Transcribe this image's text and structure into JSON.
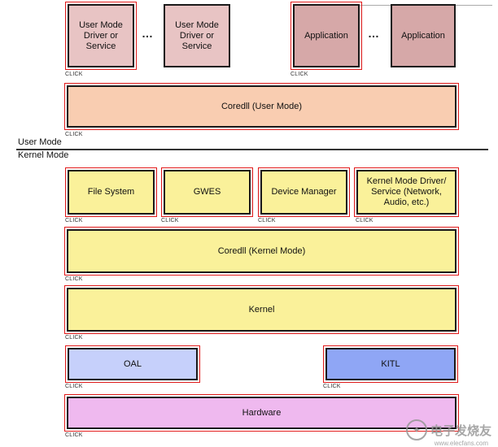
{
  "top_row": {
    "user_driver_1": "User Mode Driver or Service",
    "user_driver_2": "User Mode Driver or Service",
    "application_1": "Application",
    "application_2": "Application",
    "ellipsis_left": "…",
    "ellipsis_right": "…"
  },
  "coredll_user": "Coredll (User Mode)",
  "mode_labels": {
    "user": "User Mode",
    "kernel": "Kernel Mode"
  },
  "kernel_row": {
    "file_system": "File System",
    "gwes": "GWES",
    "device_manager": "Device Manager",
    "kernel_driver": "Kernel Mode Driver/ Service (Network, Audio, etc.)"
  },
  "coredll_kernel": "Coredll (Kernel Mode)",
  "kernel": "Kernel",
  "oal": "OAL",
  "kitl": "KITL",
  "hardware": "Hardware",
  "click_label": "CLICK",
  "watermark": {
    "text": "电子发烧友",
    "url": "www.elecfans.com"
  },
  "colors": {
    "user_driver": "#e8c4c4",
    "application": "#d6a8a8",
    "coredll_user": "#f9cdb1",
    "kernel_yellow": "#faf19a",
    "oal": "#c6d0fb",
    "kitl": "#8fa6f5",
    "hardware": "#efb9ef"
  }
}
